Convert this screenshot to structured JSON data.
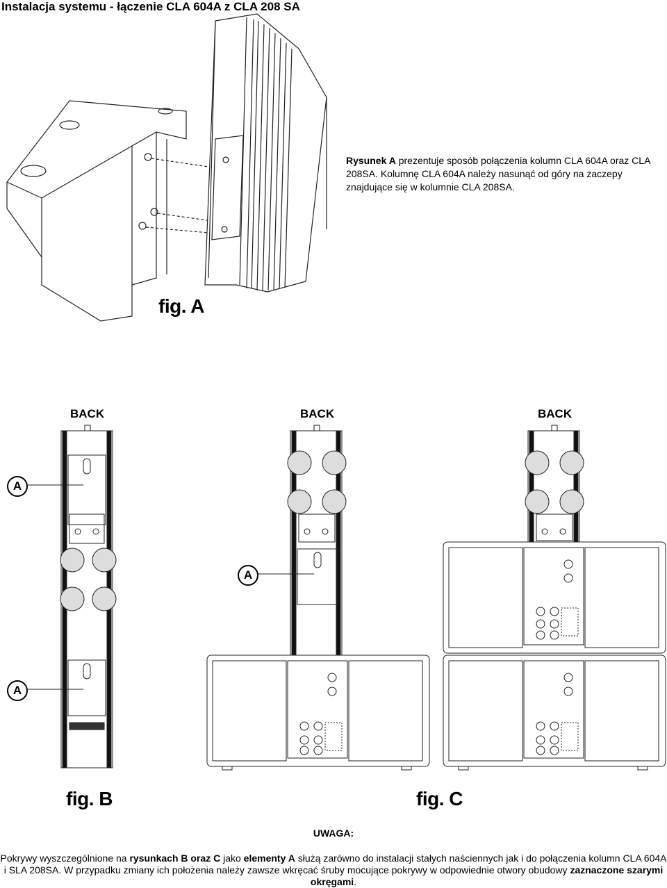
{
  "header": {
    "title": "Instalacja systemu - łączenie CLA 604A z CLA 208 SA"
  },
  "fig_a": {
    "label": "fig. A",
    "caption_bold": "Rysunek A",
    "caption_text": " prezentuje sposób połączenia kolumn CLA 604A oraz CLA 208SA. Kolumnę CLA 604A należy nasunąć od góry na zaczepy znajdujące się w kolumnie CLA 208SA."
  },
  "fig_b": {
    "label": "fig. B",
    "back_label": "BACK",
    "marker_a_1": "A",
    "marker_a_2": "A"
  },
  "fig_b2": {
    "back_label": "BACK",
    "marker_a": "A"
  },
  "fig_c": {
    "label": "fig. C",
    "back_label": "BACK"
  },
  "note": {
    "title": "UWAGA:",
    "t1": "Pokrywy wyszczególnione na ",
    "b1": "rysunkach B oraz C",
    "t2": " jako ",
    "b2": "elementy A",
    "t3": " służą zarówno do instalacji stałych naściennych jak i do połączenia kolumn CLA 604A i SLA 208SA. W przypadku zmiany ich położenia należy zawsze wkręcać śruby mocujące pokrywy w odpowiednie otwory obudowy ",
    "b3": "zaznaczone szarymi okręgami",
    "t4": "."
  }
}
